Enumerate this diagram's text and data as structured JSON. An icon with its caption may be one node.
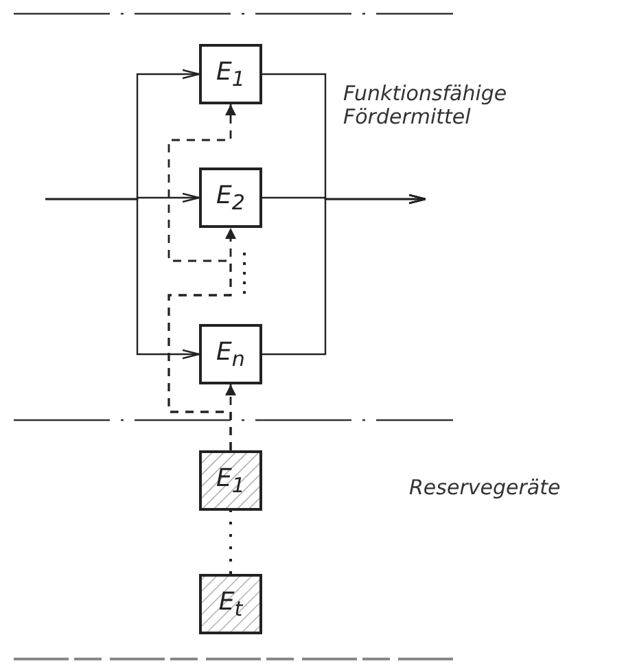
{
  "diagram": {
    "nodes": [
      {
        "text": [
          "E$_{1}$"
        ]
      },
      {
        "text": [
          "E$_{2}$"
        ]
      },
      {
        "text": [
          "E$_{n}$"
        ]
      },
      {
        "text": [
          "E$_{1}$"
        ]
      },
      {
        "text": [
          "E$_{t}$"
        ]
      }
    ],
    "edges": [
      {
        "from": null,
        "to": 0,
        "arrow": "to"
      },
      {
        "from": null,
        "to": 1,
        "arrow": "to"
      },
      {
        "from": null,
        "to": 2,
        "arrow": "to"
      },
      {
        "from": 0,
        "to": null,
        "arrow": "to"
      },
      {
        "from": 1,
        "to": null,
        "arrow": "to"
      },
      {
        "from": 2,
        "to": null,
        "arrow": "to"
      },
      {
        "from": 3,
        "to": 2,
        "arrow": "to",
        "style": "dashed"
      },
      {
        "from": 3,
        "to": 1,
        "arrow": "to",
        "style": "dashed"
      },
      {
        "from": 3,
        "to": 0,
        "arrow": "to",
        "style": "dashed"
      },
      {
        "from": 4,
        "to": 3,
        "arrow": "none",
        "style": "dashed"
      }
    ],
    "labels": [
      "Funktionsfähige Fördermittel",
      "Reservegeräte"
    ]
  }
}
